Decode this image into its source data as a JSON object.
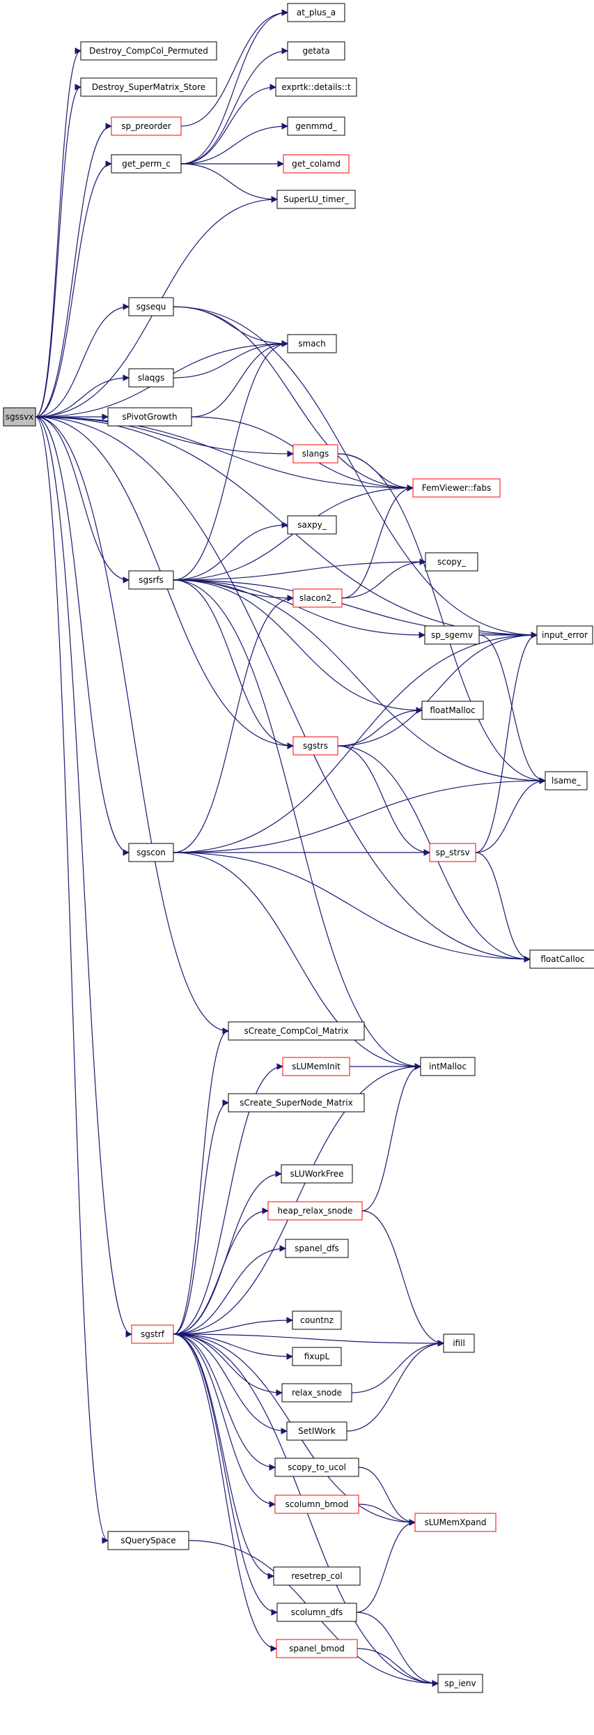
{
  "graph": {
    "nodes": {
      "sgssvx": {
        "label": "sgssvx",
        "style": "root"
      },
      "destroy_comp": {
        "label": "Destroy_CompCol_Permuted",
        "style": "normal"
      },
      "destroy_super": {
        "label": "Destroy_SuperMatrix_Store",
        "style": "normal"
      },
      "sp_preorder": {
        "label": "sp_preorder",
        "style": "red"
      },
      "get_perm_c": {
        "label": "get_perm_c",
        "style": "normal"
      },
      "at_plus_a": {
        "label": "at_plus_a",
        "style": "normal"
      },
      "getata": {
        "label": "getata",
        "style": "normal"
      },
      "exprtk": {
        "label": "exprtk::details::t",
        "style": "normal"
      },
      "genmmd": {
        "label": "genmmd_",
        "style": "normal"
      },
      "get_colamd": {
        "label": "get_colamd",
        "style": "red"
      },
      "superlu_timer": {
        "label": "SuperLU_timer_",
        "style": "normal"
      },
      "sgsequ": {
        "label": "sgsequ",
        "style": "normal"
      },
      "smach": {
        "label": "smach",
        "style": "normal"
      },
      "slaqgs": {
        "label": "slaqgs",
        "style": "normal"
      },
      "spivotgrowth": {
        "label": "sPivotGrowth",
        "style": "normal"
      },
      "slangs": {
        "label": "slangs",
        "style": "red"
      },
      "femviewer": {
        "label": "FemViewer::fabs",
        "style": "red"
      },
      "saxpy": {
        "label": "saxpy_",
        "style": "normal"
      },
      "scopy": {
        "label": "scopy_",
        "style": "normal"
      },
      "sgsrfs": {
        "label": "sgsrfs",
        "style": "normal"
      },
      "slacon2": {
        "label": "slacon2_",
        "style": "red"
      },
      "sp_sgemv": {
        "label": "sp_sgemv",
        "style": "normal"
      },
      "input_error": {
        "label": "input_error",
        "style": "normal"
      },
      "floatmalloc": {
        "label": "floatMalloc",
        "style": "normal"
      },
      "sgstrs": {
        "label": "sgstrs",
        "style": "red"
      },
      "lsame": {
        "label": "lsame_",
        "style": "normal"
      },
      "sgscon": {
        "label": "sgscon",
        "style": "normal"
      },
      "sp_strsv": {
        "label": "sp_strsv",
        "style": "red"
      },
      "floatcalloc": {
        "label": "floatCalloc",
        "style": "normal"
      },
      "screate_compcol": {
        "label": "sCreate_CompCol_Matrix",
        "style": "normal"
      },
      "slumeminit": {
        "label": "sLUMemInit",
        "style": "red"
      },
      "intmalloc": {
        "label": "intMalloc",
        "style": "normal"
      },
      "screate_supernode": {
        "label": "sCreate_SuperNode_Matrix",
        "style": "normal"
      },
      "sluworkfree": {
        "label": "sLUWorkFree",
        "style": "normal"
      },
      "heap_relax": {
        "label": "heap_relax_snode",
        "style": "red"
      },
      "spanel_dfs": {
        "label": "spanel_dfs",
        "style": "normal"
      },
      "sgstrf": {
        "label": "sgstrf",
        "style": "red"
      },
      "countnz": {
        "label": "countnz",
        "style": "normal"
      },
      "ifill": {
        "label": "ifill",
        "style": "normal"
      },
      "fixupl": {
        "label": "fixupL",
        "style": "normal"
      },
      "relax_snode": {
        "label": "relax_snode",
        "style": "normal"
      },
      "setiwork": {
        "label": "SetIWork",
        "style": "normal"
      },
      "scopy_to_ucol": {
        "label": "scopy_to_ucol",
        "style": "normal"
      },
      "scolumn_bmod": {
        "label": "scolumn_bmod",
        "style": "red"
      },
      "slumemxpand": {
        "label": "sLUMemXpand",
        "style": "red"
      },
      "squeryspace": {
        "label": "sQuerySpace",
        "style": "normal"
      },
      "resetrep_col": {
        "label": "resetrep_col",
        "style": "normal"
      },
      "scolumn_dfs": {
        "label": "scolumn_dfs",
        "style": "normal"
      },
      "spanel_bmod": {
        "label": "spanel_bmod",
        "style": "red"
      },
      "sp_ienv": {
        "label": "sp_ienv",
        "style": "normal"
      }
    },
    "edges": [
      [
        "sgssvx",
        "destroy_comp"
      ],
      [
        "sgssvx",
        "destroy_super"
      ],
      [
        "sgssvx",
        "sp_preorder"
      ],
      [
        "sgssvx",
        "get_perm_c"
      ],
      [
        "sgssvx",
        "superlu_timer"
      ],
      [
        "sgssvx",
        "input_error"
      ],
      [
        "sgssvx",
        "sgsequ"
      ],
      [
        "sgssvx",
        "smach"
      ],
      [
        "sgssvx",
        "slaqgs"
      ],
      [
        "sgssvx",
        "spivotgrowth"
      ],
      [
        "sgssvx",
        "slangs"
      ],
      [
        "sgssvx",
        "femviewer"
      ],
      [
        "sgssvx",
        "sgsrfs"
      ],
      [
        "sgssvx",
        "sgstrs"
      ],
      [
        "sgssvx",
        "sgscon"
      ],
      [
        "sgssvx",
        "floatcalloc"
      ],
      [
        "sgssvx",
        "screate_compcol"
      ],
      [
        "sgssvx",
        "sgstrf"
      ],
      [
        "sgssvx",
        "squeryspace"
      ],
      [
        "sp_preorder",
        "at_plus_a"
      ],
      [
        "get_perm_c",
        "at_plus_a"
      ],
      [
        "get_perm_c",
        "getata"
      ],
      [
        "get_perm_c",
        "exprtk"
      ],
      [
        "get_perm_c",
        "genmmd"
      ],
      [
        "get_perm_c",
        "get_colamd"
      ],
      [
        "get_perm_c",
        "superlu_timer"
      ],
      [
        "sgsequ",
        "smach"
      ],
      [
        "sgsequ",
        "femviewer"
      ],
      [
        "sgsequ",
        "input_error"
      ],
      [
        "slaqgs",
        "smach"
      ],
      [
        "spivotgrowth",
        "smach"
      ],
      [
        "spivotgrowth",
        "femviewer"
      ],
      [
        "slangs",
        "femviewer"
      ],
      [
        "slangs",
        "lsame"
      ],
      [
        "sgsrfs",
        "smach"
      ],
      [
        "sgsrfs",
        "femviewer"
      ],
      [
        "sgsrfs",
        "scopy"
      ],
      [
        "sgsrfs",
        "saxpy"
      ],
      [
        "sgsrfs",
        "slacon2"
      ],
      [
        "sgsrfs",
        "sp_sgemv"
      ],
      [
        "sgsrfs",
        "floatmalloc"
      ],
      [
        "sgsrfs",
        "sgstrs"
      ],
      [
        "sgsrfs",
        "intmalloc"
      ],
      [
        "sgsrfs",
        "lsame"
      ],
      [
        "sgsrfs",
        "input_error"
      ],
      [
        "slacon2",
        "femviewer"
      ],
      [
        "slacon2",
        "scopy"
      ],
      [
        "sp_sgemv",
        "input_error"
      ],
      [
        "sp_sgemv",
        "lsame"
      ],
      [
        "sgstrs",
        "floatmalloc"
      ],
      [
        "sgstrs",
        "input_error"
      ],
      [
        "sgstrs",
        "sp_strsv"
      ],
      [
        "sgstrs",
        "floatcalloc"
      ],
      [
        "sgscon",
        "slacon2"
      ],
      [
        "sgscon",
        "input_error"
      ],
      [
        "sgscon",
        "sp_strsv"
      ],
      [
        "sgscon",
        "lsame"
      ],
      [
        "sgscon",
        "floatcalloc"
      ],
      [
        "sgscon",
        "intmalloc"
      ],
      [
        "sp_strsv",
        "input_error"
      ],
      [
        "sp_strsv",
        "lsame"
      ],
      [
        "sp_strsv",
        "floatcalloc"
      ],
      [
        "slumeminit",
        "intmalloc"
      ],
      [
        "heap_relax",
        "intmalloc"
      ],
      [
        "heap_relax",
        "ifill"
      ],
      [
        "relax_snode",
        "ifill"
      ],
      [
        "setiwork",
        "ifill"
      ],
      [
        "scopy_to_ucol",
        "slumemxpand"
      ],
      [
        "scolumn_bmod",
        "slumemxpand"
      ],
      [
        "scolumn_dfs",
        "slumemxpand"
      ],
      [
        "scolumn_dfs",
        "sp_ienv"
      ],
      [
        "spanel_bmod",
        "sp_ienv"
      ],
      [
        "squeryspace",
        "sp_ienv"
      ],
      [
        "sgstrf",
        "screate_compcol"
      ],
      [
        "sgstrf",
        "slumeminit"
      ],
      [
        "sgstrf",
        "screate_supernode"
      ],
      [
        "sgstrf",
        "intmalloc"
      ],
      [
        "sgstrf",
        "sluworkfree"
      ],
      [
        "sgstrf",
        "heap_relax"
      ],
      [
        "sgstrf",
        "spanel_dfs"
      ],
      [
        "sgstrf",
        "ifill"
      ],
      [
        "sgstrf",
        "countnz"
      ],
      [
        "sgstrf",
        "fixupl"
      ],
      [
        "sgstrf",
        "relax_snode"
      ],
      [
        "sgstrf",
        "setiwork"
      ],
      [
        "sgstrf",
        "scopy_to_ucol"
      ],
      [
        "sgstrf",
        "scolumn_bmod"
      ],
      [
        "sgstrf",
        "slumemxpand"
      ],
      [
        "sgstrf",
        "resetrep_col"
      ],
      [
        "sgstrf",
        "scolumn_dfs"
      ],
      [
        "sgstrf",
        "spanel_bmod"
      ],
      [
        "sgstrf",
        "sp_ienv"
      ]
    ]
  },
  "colors": {
    "edge": "#191970",
    "red_border": "#ff0000",
    "root_fill": "#bfbfbf"
  }
}
